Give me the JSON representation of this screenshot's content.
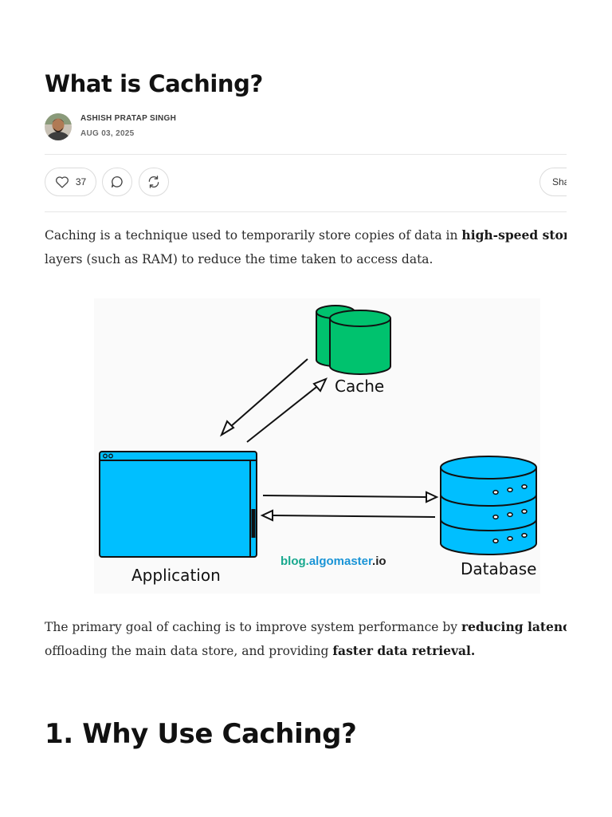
{
  "article": {
    "title": "What is Caching?",
    "author": "ASHISH PRATAP SINGH",
    "date": "AUG 03, 2025"
  },
  "actions": {
    "like_count": "37",
    "share_label": "Share"
  },
  "intro": {
    "text1": "Caching is a technique used to temporarily store copies of data in ",
    "bold1": "high-speed storage",
    "line2": "layers (such as RAM) to reduce the time taken to access data."
  },
  "diagram": {
    "cache_label": "Cache",
    "app_label": "Application",
    "db_label": "Database",
    "brand_part1": "blog.",
    "brand_part2": "algomaster",
    "brand_part3": ".io",
    "colors": {
      "cache": "#00c26e",
      "app": "#00bfff",
      "db": "#00bfff",
      "brand_teal": "#18a88e",
      "brand_blue": "#1a94d6"
    }
  },
  "goal": {
    "text1": "The primary goal of caching is to improve system performance by ",
    "bold1": "reducing latency,",
    "text2": "offloading the main data store, and providing ",
    "bold2": "faster data retrieval."
  },
  "section1": {
    "heading": "1. Why Use Caching?"
  }
}
